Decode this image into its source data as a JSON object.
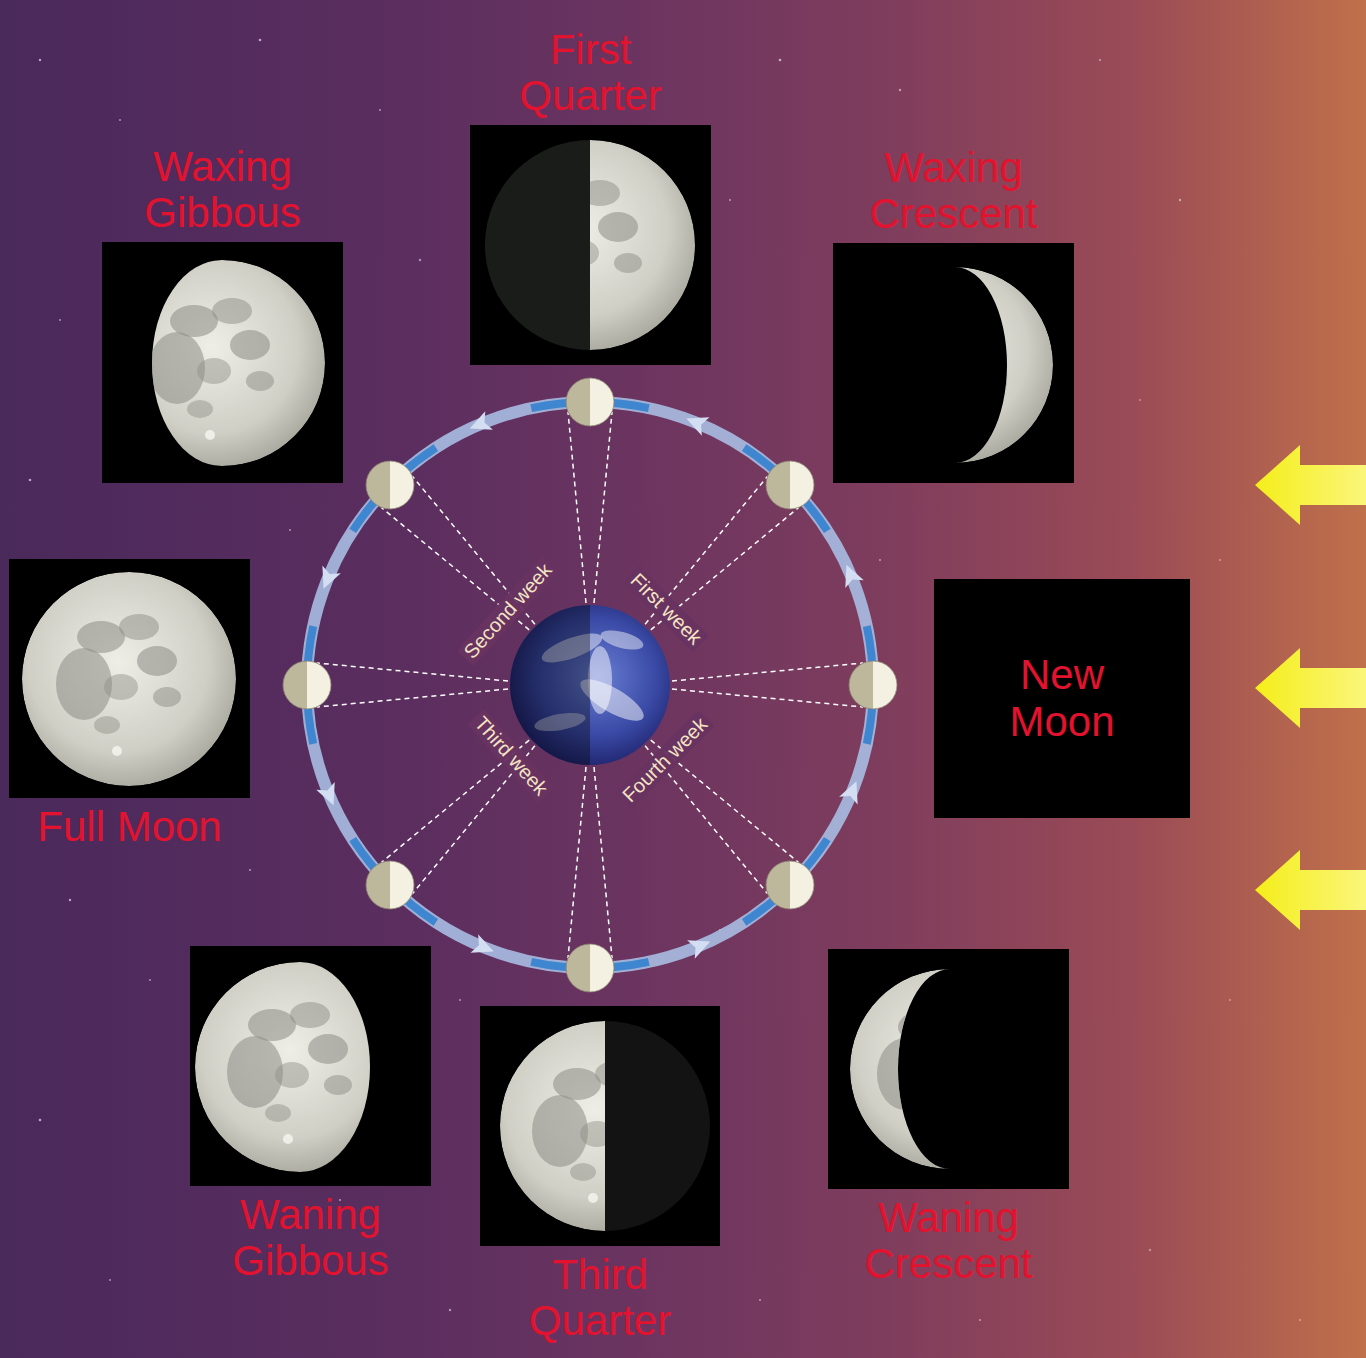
{
  "diagram": {
    "nodes": [
      {
        "text": [
          "First Quarter"
        ]
      },
      {
        "text": [
          "Waxing Gibbous"
        ]
      },
      {
        "text": [
          "Waxing Crescent"
        ]
      },
      {
        "text": [
          "Full Moon"
        ]
      },
      {
        "text": [
          "New Moon"
        ]
      },
      {
        "text": [
          "Waning Gibbous"
        ]
      },
      {
        "text": [
          "Waning Crescent"
        ]
      },
      {
        "text": [
          "Third Quarter"
        ]
      }
    ],
    "labels": [
      "First week",
      "Second week",
      "Third week",
      "Fourth week"
    ]
  }
}
